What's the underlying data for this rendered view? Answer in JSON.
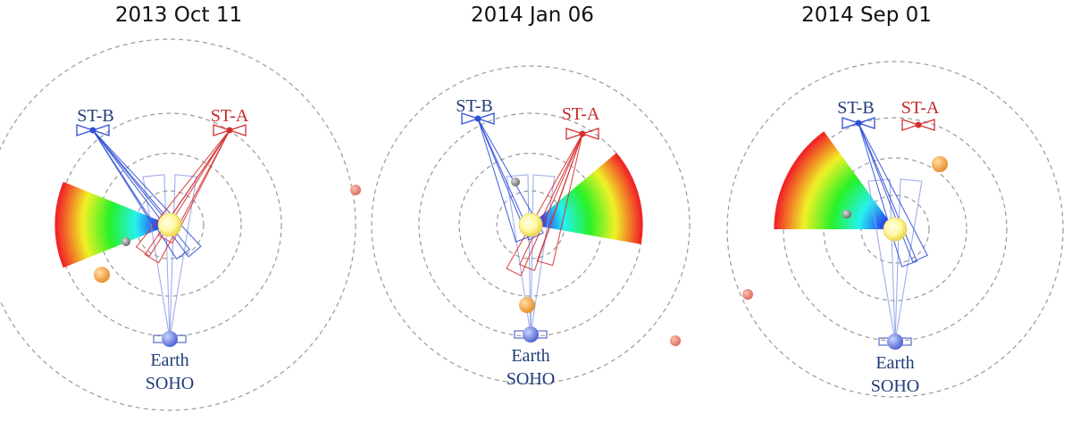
{
  "colors": {
    "stb": "#2e4fd6",
    "sta": "#d32f2f",
    "orbit": "#999999",
    "stb_text": "#1f3c7a",
    "sta_text": "#c62828",
    "earth_text": "#1f3c7a"
  },
  "panels": [
    {
      "title": "2013 Oct 11",
      "labels": {
        "stb": "ST-B",
        "sta": "ST-A",
        "earth": "Earth",
        "soho": "SOHO"
      }
    },
    {
      "title": "2014 Jan 06",
      "labels": {
        "stb": "ST-B",
        "sta": "ST-A",
        "earth": "Earth",
        "soho": "SOHO"
      }
    },
    {
      "title": "2014 Sep 01",
      "labels": {
        "stb": "ST-B",
        "sta": "ST-A",
        "earth": "Earth",
        "soho": "SOHO"
      }
    }
  ]
}
